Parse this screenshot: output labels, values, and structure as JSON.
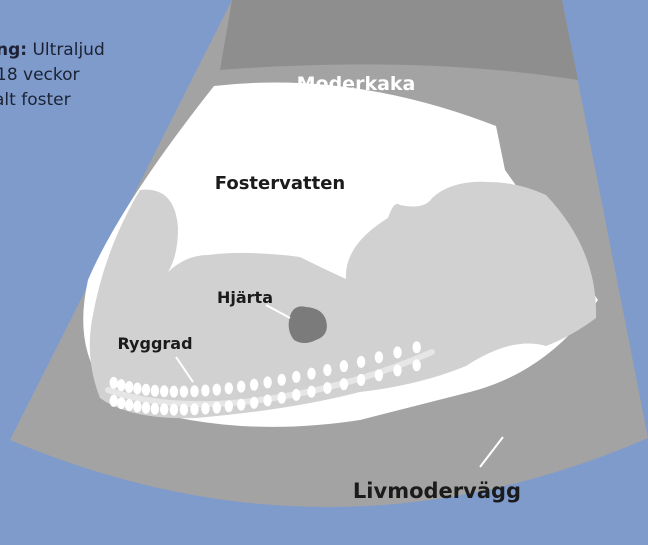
{
  "legend": {
    "title_label": "ng:",
    "title_value": "Ultraljud",
    "line2": "18 veckor",
    "line3": "alt foster"
  },
  "labels": {
    "placenta": "Moderkaka",
    "amniotic_fluid": "Fostervatten",
    "heart": "Hjärta",
    "spine": "Ryggrad",
    "uterine_wall": "Livmodervägg"
  },
  "colors": {
    "background": "#7f9bcc",
    "uterine_tissue": "#a3a3a3",
    "amniotic_fluid": "#ffffff",
    "fetus": "#d1d1d1",
    "heart": "#7b7b7b",
    "vertebrae": "#ffffff",
    "label_text": "#1b1b1b",
    "label_text_light": "#ffffff"
  }
}
